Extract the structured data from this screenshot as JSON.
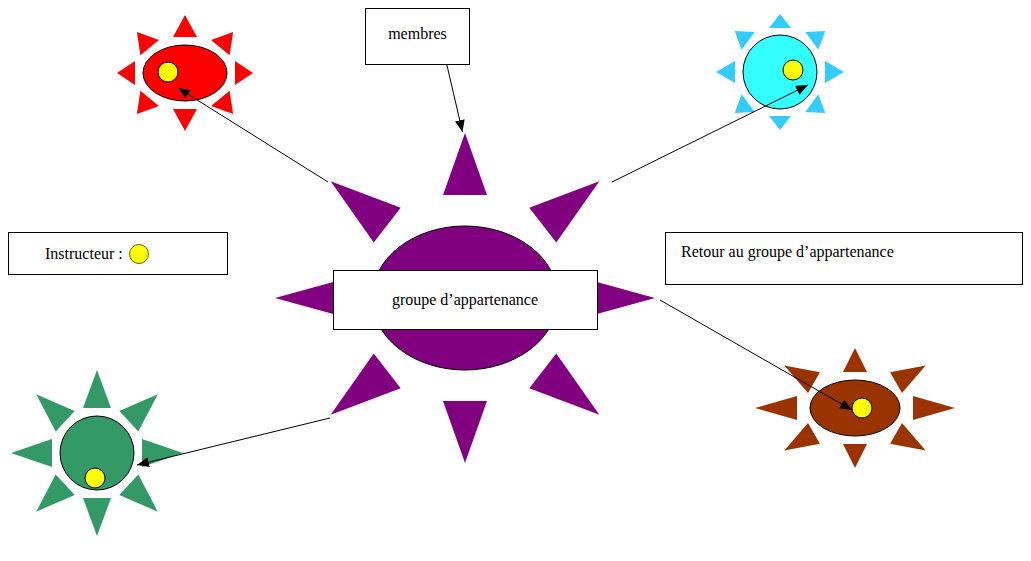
{
  "diagram": {
    "nodes": [
      {
        "text": [
          "membres"
        ]
      },
      {
        "text": [
          "groupe d’appartenance"
        ]
      },
      {
        "text": [
          "Retour au groupe d’appartenance"
        ]
      }
    ],
    "edges": [
      {
        "from": 0,
        "to": 1,
        "arrow": "to"
      }
    ],
    "legend": [
      {
        "text": "Instructeur :",
        "color": "#ffff00"
      }
    ]
  }
}
